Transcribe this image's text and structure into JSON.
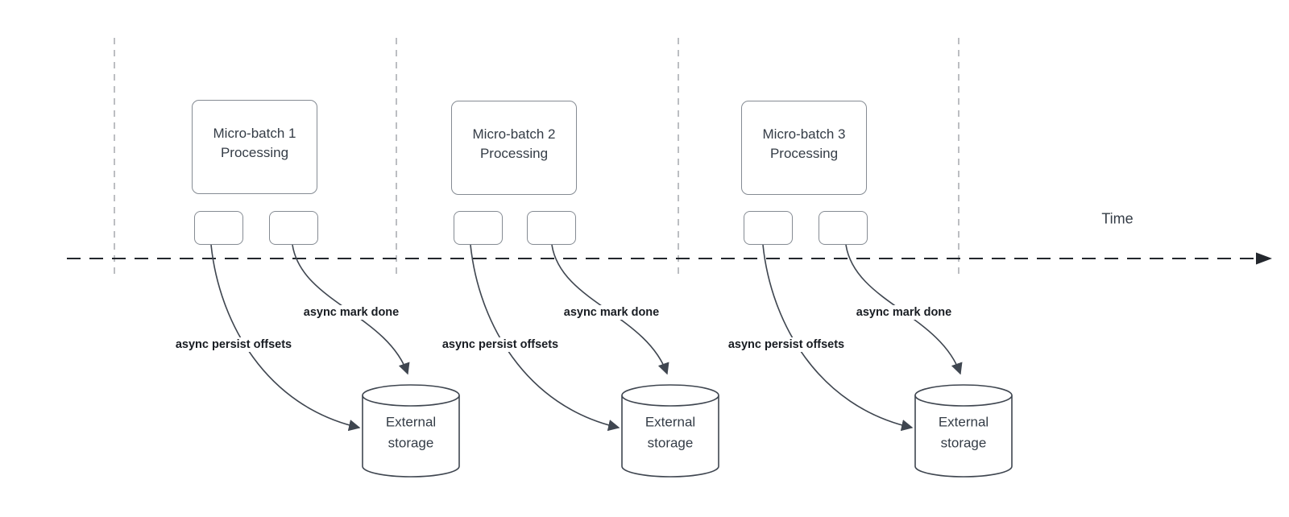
{
  "diagram": {
    "time_axis_label": "Time",
    "groups": [
      {
        "box_label": "Micro-batch 1\nProcessing",
        "persist_arrow_label": "async persist offsets",
        "done_arrow_label": "async mark done",
        "storage_label": "External\nstorage"
      },
      {
        "box_label": "Micro-batch 2\nProcessing",
        "persist_arrow_label": "async persist offsets",
        "done_arrow_label": "async mark done",
        "storage_label": "External\nstorage"
      },
      {
        "box_label": "Micro-batch 3\nProcessing",
        "persist_arrow_label": "async persist offsets",
        "done_arrow_label": "async mark done",
        "storage_label": "External\nstorage"
      }
    ]
  },
  "colors": {
    "background": "#ffffff",
    "shape_stroke": "#858b93",
    "flow_stroke": "#3f4650",
    "axis_stroke": "#23272d",
    "guide_stroke": "#a6a9ad",
    "text": "#343c46",
    "label_text": "#181c22"
  }
}
